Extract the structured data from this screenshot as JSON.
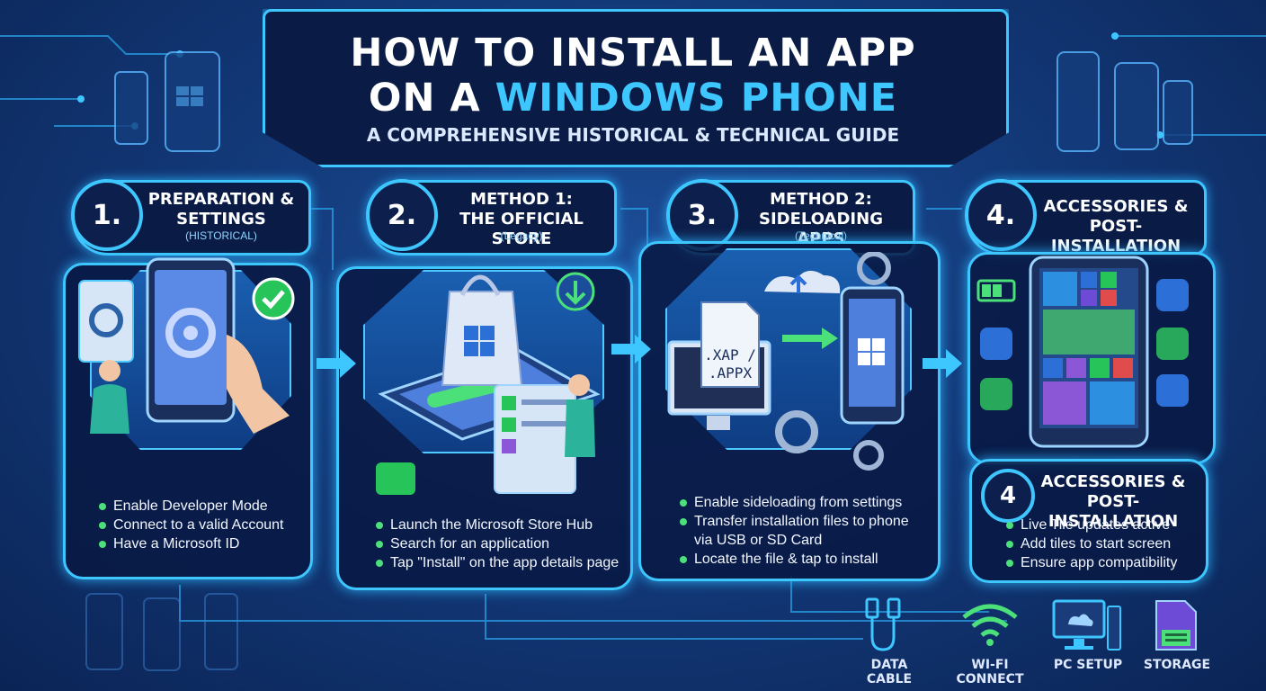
{
  "title": {
    "line1": "HOW TO INSTALL AN APP",
    "line2_prefix": "ON A ",
    "line2_accent": "WINDOWS PHONE",
    "subtitle": "A COMPREHENSIVE HISTORICAL & TECHNICAL GUIDE"
  },
  "steps": [
    {
      "number": "1.",
      "title_line1": "PREPARATION &",
      "title_line2": "SETTINGS",
      "subtitle": "(HISTORICAL)",
      "bullets": [
        "Enable Developer Mode",
        "Connect to a valid Account",
        "Have a Microsoft ID"
      ]
    },
    {
      "number": "2.",
      "title_line1": "METHOD 1:",
      "title_line2": "THE OFFICIAL STORE",
      "subtitle": "(Legacy)",
      "bullets": [
        "Launch the Microsoft Store Hub",
        "Search for an application",
        "Tap \"Install\" on the app details page"
      ]
    },
    {
      "number": "3.",
      "title_line1": "METHOD 2:",
      "title_line2": "SIDELOADING APPS",
      "subtitle": "(Technical)",
      "file_label_line1": ".XAP /",
      "file_label_line2": ".APPX",
      "bullets": [
        "Enable sideloading from settings",
        "Transfer installation files to phone",
        "via USB or SD Card",
        "Locate the file & tap to install"
      ]
    },
    {
      "number": "4.",
      "title_line1": "ACCESSORIES &",
      "title_line2": "POST-INSTALLATION"
    }
  ],
  "step4_card": {
    "number": "4",
    "title_line1": "ACCESSORIES &",
    "title_line2": "POST-INSTALLATION",
    "bullets": [
      "Live Tile updates active",
      "Add tiles to start screen",
      "Ensure app compatibility"
    ]
  },
  "bottom_icons": [
    {
      "icon": "usb-cable-icon",
      "label": "DATA CABLE"
    },
    {
      "icon": "wifi-icon",
      "label": "WI-FI CONNECT"
    },
    {
      "icon": "pc-monitor-icon",
      "label": "PC SETUP"
    },
    {
      "icon": "sd-card-icon",
      "label": "STORAGE"
    }
  ],
  "colors": {
    "accent": "#3ec6ff",
    "bullet": "#4be07a",
    "background": "#133a7a",
    "panel": "#0a1c46"
  }
}
